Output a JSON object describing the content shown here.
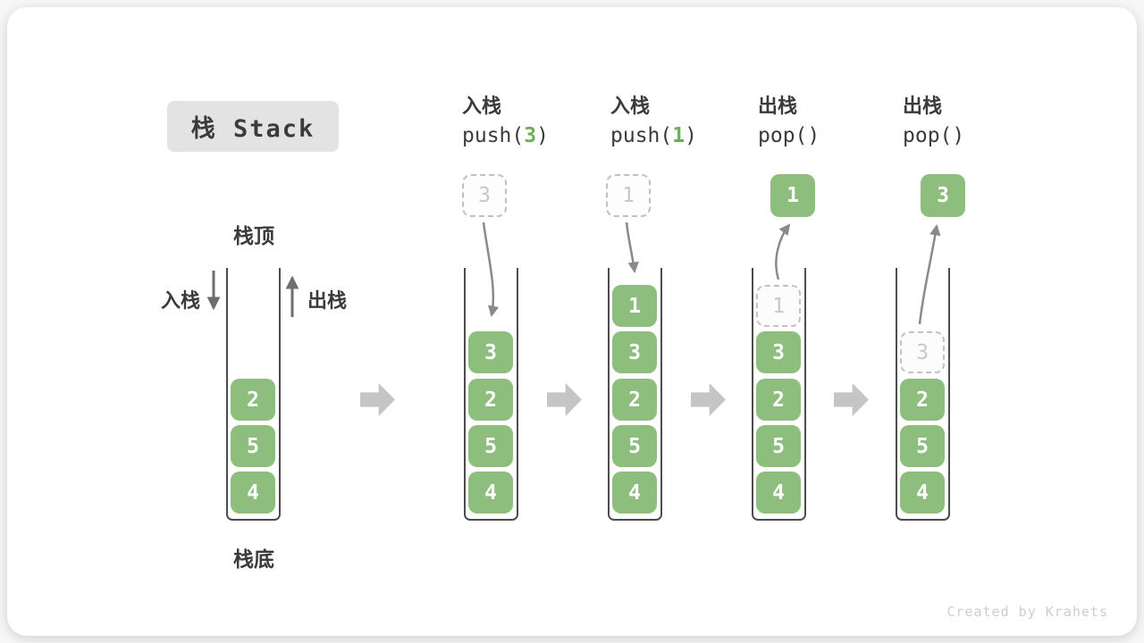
{
  "page": {
    "title": "栈 Stack",
    "watermark": "Created by Krahets"
  },
  "legend": {
    "stack_top": "栈顶",
    "stack_bottom": "栈底",
    "push": "入栈",
    "pop": "出栈"
  },
  "colors": {
    "cell_green": "#8dbe7d",
    "accent_green": "#6fae57",
    "text_dark": "#3b3b3b",
    "curve_arrow_gray": "#8a8a8a",
    "straight_arrow_gray": "#6e6e6e",
    "block_arrow_gray": "#c5c5c5",
    "dashed_border_gray": "#c2c2c2",
    "muted_value_gray": "#c8c8c8",
    "chip_bg": "#e3e3e3",
    "watermark_gray": "#cdcdcd"
  },
  "steps": [
    {
      "name": "initial",
      "header": null,
      "float": null,
      "cells": [
        {
          "v": "2"
        },
        {
          "v": "5"
        },
        {
          "v": "4"
        }
      ]
    },
    {
      "name": "push-3",
      "header": {
        "label": "入栈",
        "code_pre": "push(",
        "code_arg": "3",
        "code_post": ")"
      },
      "float": {
        "v": "3",
        "variant": "dashed"
      },
      "cells": [
        {
          "v": "3"
        },
        {
          "v": "2"
        },
        {
          "v": "5"
        },
        {
          "v": "4"
        }
      ]
    },
    {
      "name": "push-1",
      "header": {
        "label": "入栈",
        "code_pre": "push(",
        "code_arg": "1",
        "code_post": ")"
      },
      "float": {
        "v": "1",
        "variant": "dashed"
      },
      "cells": [
        {
          "v": "1"
        },
        {
          "v": "3"
        },
        {
          "v": "2"
        },
        {
          "v": "5"
        },
        {
          "v": "4"
        }
      ]
    },
    {
      "name": "pop-1",
      "header": {
        "label": "出栈",
        "code_pre": "pop(",
        "code_arg": "",
        "code_post": ")"
      },
      "float": {
        "v": "1",
        "variant": "solid"
      },
      "cells": [
        {
          "v": "1",
          "dashed": true
        },
        {
          "v": "3"
        },
        {
          "v": "2"
        },
        {
          "v": "5"
        },
        {
          "v": "4"
        }
      ]
    },
    {
      "name": "pop-3",
      "header": {
        "label": "出栈",
        "code_pre": "pop(",
        "code_arg": "",
        "code_post": ")"
      },
      "float": {
        "v": "3",
        "variant": "solid"
      },
      "cells": [
        {
          "v": "3",
          "dashed": true
        },
        {
          "v": "2"
        },
        {
          "v": "5"
        },
        {
          "v": "4"
        }
      ]
    }
  ]
}
